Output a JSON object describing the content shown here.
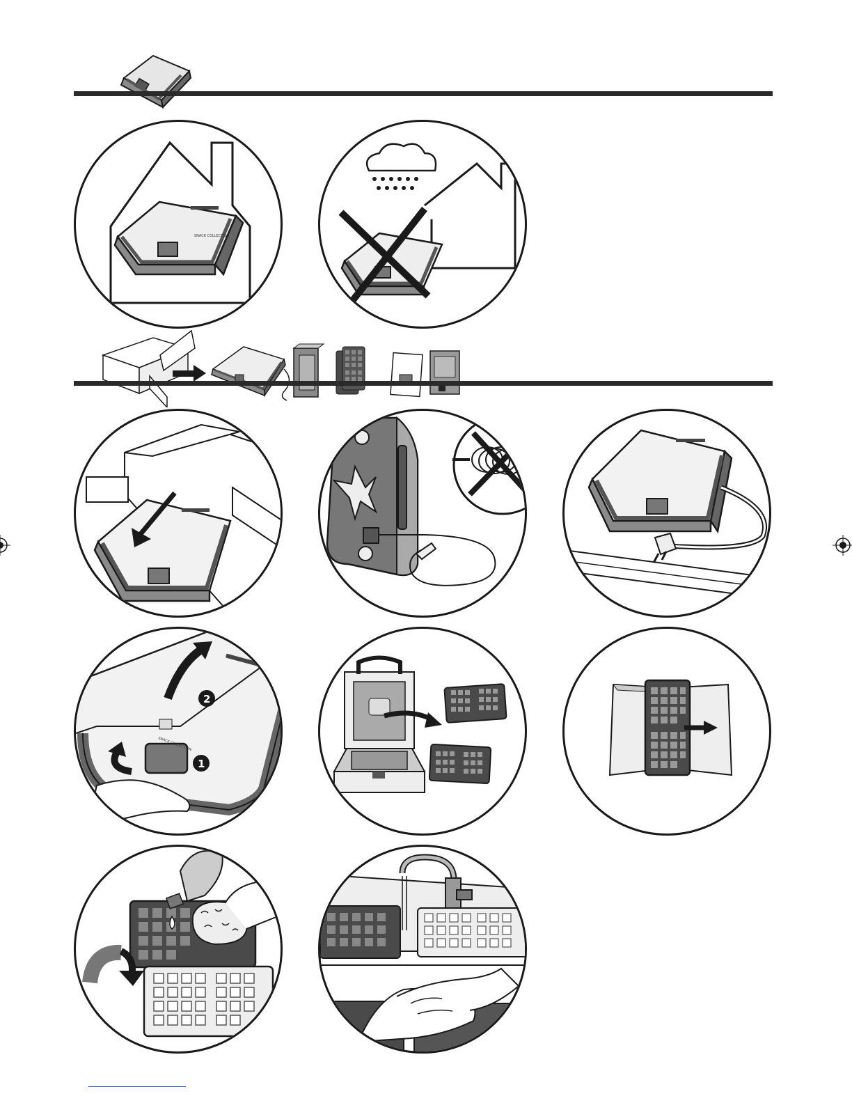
{
  "product": {
    "brand_text": "SNACK COLLECTION"
  },
  "steps": {
    "lift_step_1": "1",
    "lift_step_2": "2"
  },
  "icons": {
    "header": "waffle-maker-icon",
    "forbidden": "cross-mark-icon",
    "arrow": "arrow-icon"
  },
  "colors": {
    "ink": "#1a1a1a",
    "rule": "#2a2a2a",
    "body_grey": "#8a8a8a",
    "light_grey": "#d8d8d8",
    "plate_dark": "#4a4a4a"
  }
}
